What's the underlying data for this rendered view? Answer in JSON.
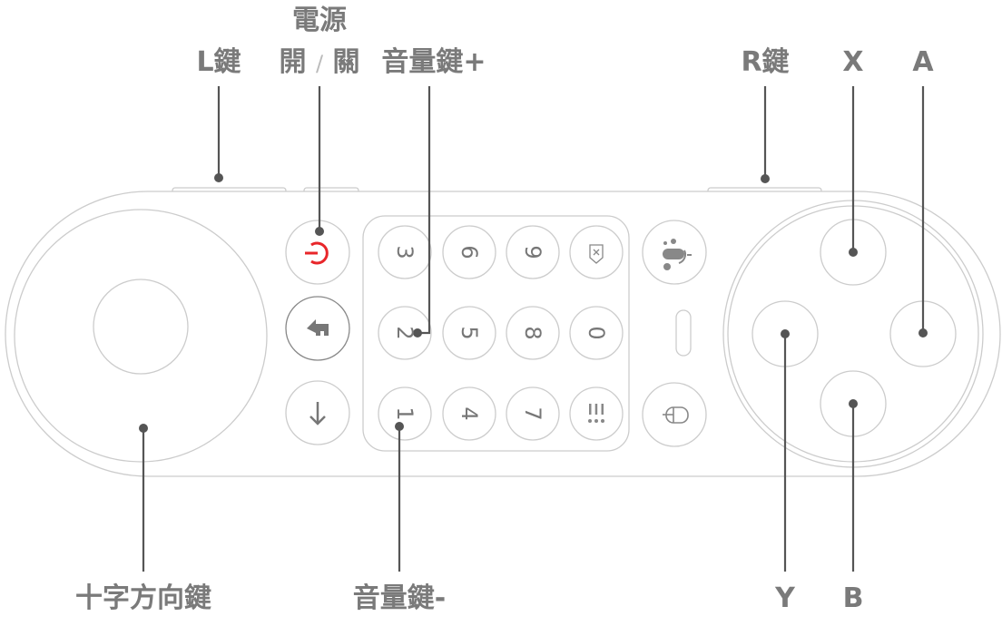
{
  "labels": {
    "l_key": "L鍵",
    "power_line1": "電源",
    "power_on": "開",
    "power_sep": "/",
    "power_off": "關",
    "volume_up": "音量鍵+",
    "r_key": "R鍵",
    "x": "X",
    "a": "A",
    "dpad": "十字方向鍵",
    "volume_down": "音量鍵-",
    "y": "Y",
    "b": "B"
  },
  "keypad": [
    "3",
    "6",
    "9",
    "2",
    "5",
    "8",
    "0",
    "1",
    "4",
    "7"
  ],
  "colors": {
    "power": "#e8262a",
    "line": "#555555",
    "label": "#7a7a7a",
    "outline": "#cccccc"
  }
}
